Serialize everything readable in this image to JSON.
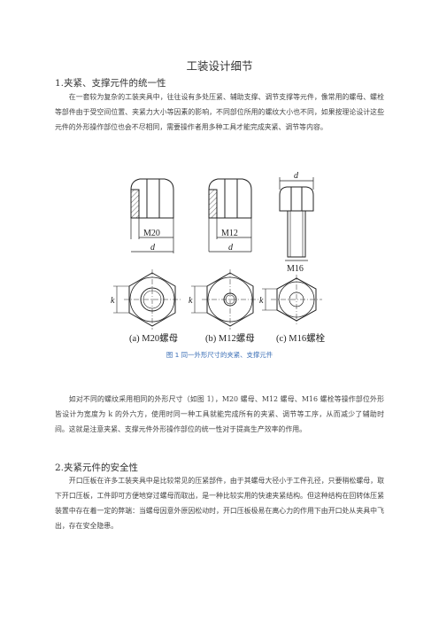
{
  "title": "工装设计细节",
  "section1": {
    "heading": "1.夹紧、支撑元件的统一性",
    "paragraph": "在一套较为复杂的工装夹具中，往往设有多处压紧、辅助支撑、调节支撑等元件，像常用的螺母、螺栓等部件由于受空间位置、夹紧力大小等因素的影响，不同部位所用的螺纹大小也不同，如果按理论设计这些元件的外形操作部位也会不尽相同，需要操作者用多种工具才能完成夹紧、调节等内容。"
  },
  "figure": {
    "labels": {
      "a_thread": "M20",
      "b_thread": "M12",
      "c_thread": "M16",
      "d": "d",
      "k": "k"
    },
    "subcaptions": {
      "a": "(a) M20螺母",
      "b": "(b) M12螺母",
      "c": "(c) M16螺栓"
    },
    "caption": "图 1   同一外形尺寸的夹紧、支撑元件"
  },
  "section1_after": "如对不同的螺纹采用相同的外形尺寸（如图 1），M20 螺母、M12 螺母、M16 螺栓等操作部位外形皆设计为宽度为 k 的外六方，使用时同一种工具就能完成所有的夹紧、调节等工序，从而减少了辅助时间。这就是注意夹紧、支撑元件外形操作部位的统一性对于提高生产效率的作用。",
  "section2": {
    "heading": "2.夹紧元件的安全性",
    "paragraph": "开口压板在许多工装夹具中是比较常见的压紧部件，由于其螺母大径小于工件孔径，只要稍松螺母，取下开口压板，工件即可方便地穿过螺母而取出，是一种比较实用的快速夹紧结构。但这种结构在回转体压紧装置中存在着一定的弊端：当螺母因意外原因松动时，开口压板极易在离心力的作用下由开口处从夹具中飞出，存在安全隐患。"
  }
}
